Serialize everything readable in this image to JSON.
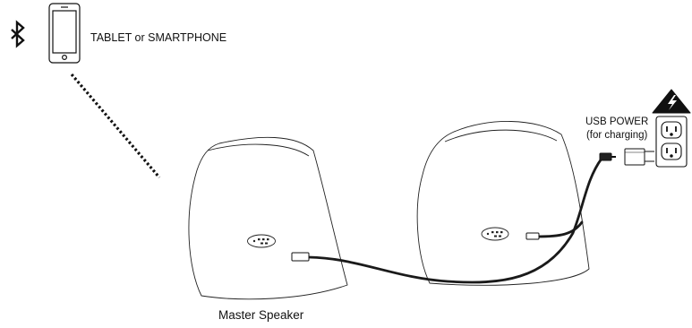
{
  "labels": {
    "device": "TABLET or SMARTPHONE",
    "usb_power_line1": "USB POWER",
    "usb_power_line2": "(for charging)",
    "master_speaker": "Master Speaker"
  },
  "icons": {
    "bluetooth": "bluetooth-icon",
    "device": "smartphone-icon",
    "warning": "high-voltage-warning-icon",
    "outlet": "wall-outlet-icon",
    "adapter": "usb-power-adapter-icon",
    "speaker_left": "rock-speaker-icon",
    "speaker_right": "rock-speaker-icon"
  },
  "colors": {
    "line": "#111111",
    "cable": "#1a1a1a",
    "background": "#ffffff"
  }
}
